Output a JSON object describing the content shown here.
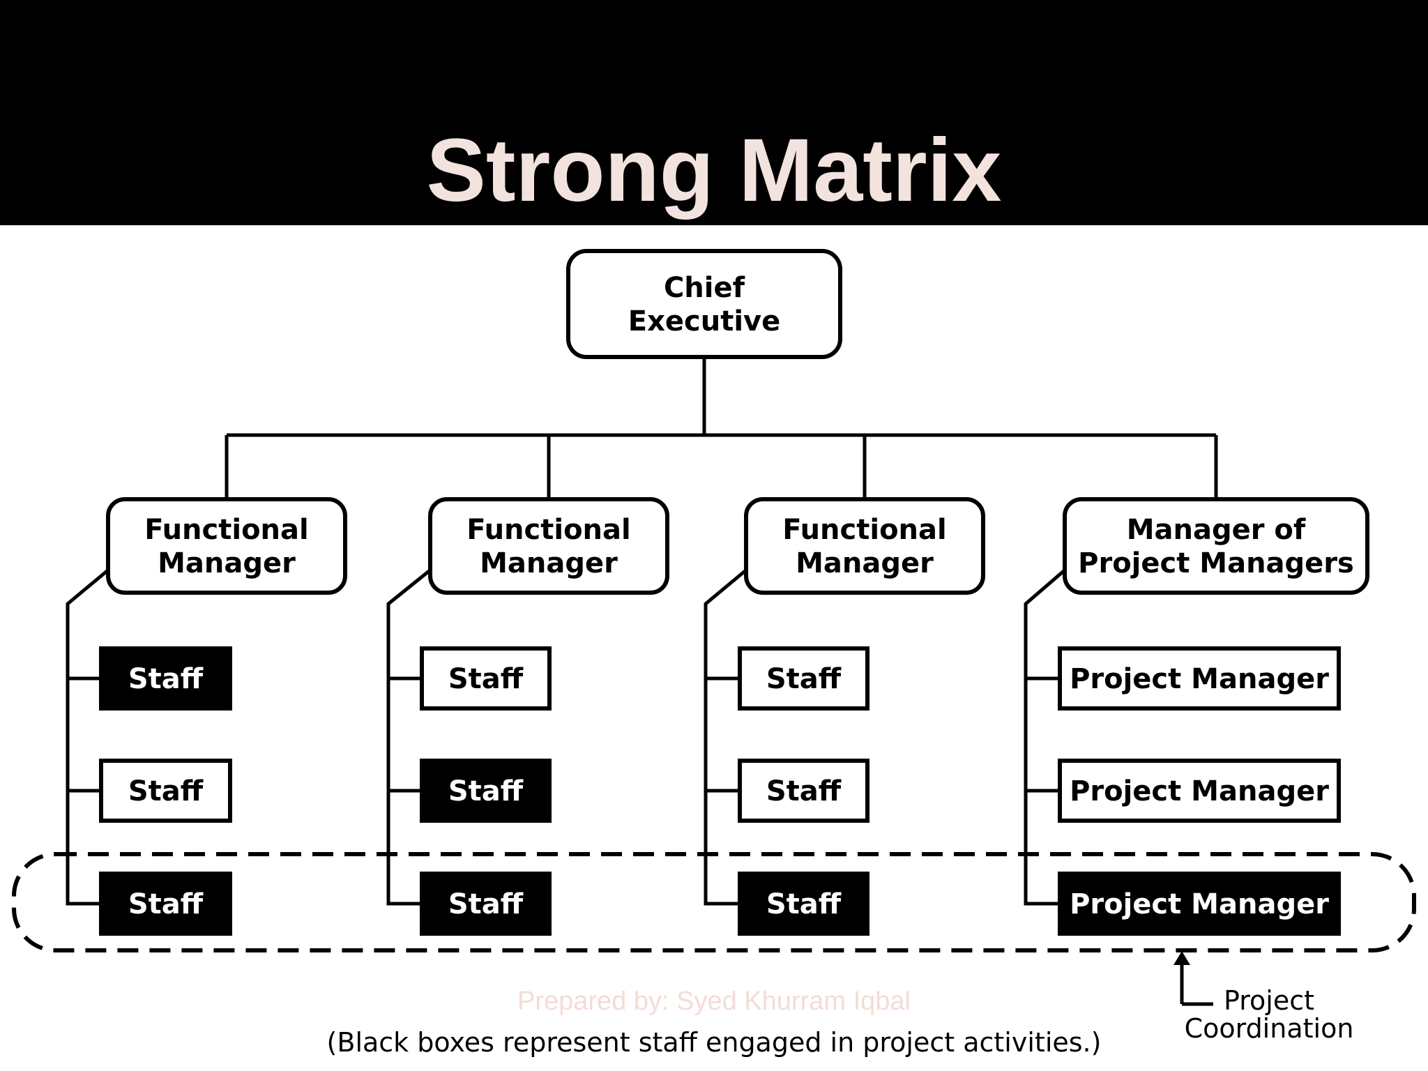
{
  "slide": {
    "title": "Strong Matrix",
    "credit": "Prepared by: Syed Khurram Iqbal",
    "caption": "(Black boxes represent staff engaged in project activities.)",
    "callout": [
      "Project",
      "Coordination"
    ]
  },
  "colors": {
    "title_bar": "#000000",
    "title_text": "#f2e3df",
    "credit_text": "#f4dcd6",
    "engaged_box_fill": "#000000",
    "engaged_box_text": "#ffffff",
    "box_fill": "#ffffff",
    "box_text": "#000000",
    "line": "#000000"
  },
  "org": {
    "root": {
      "lines": [
        "Chief",
        "Executive"
      ]
    },
    "columns": [
      {
        "head": [
          "Functional",
          "Manager"
        ],
        "members": [
          {
            "label": "Staff",
            "engaged": true
          },
          {
            "label": "Staff",
            "engaged": false
          },
          {
            "label": "Staff",
            "engaged": true
          }
        ]
      },
      {
        "head": [
          "Functional",
          "Manager"
        ],
        "members": [
          {
            "label": "Staff",
            "engaged": false
          },
          {
            "label": "Staff",
            "engaged": true
          },
          {
            "label": "Staff",
            "engaged": true
          }
        ]
      },
      {
        "head": [
          "Functional",
          "Manager"
        ],
        "members": [
          {
            "label": "Staff",
            "engaged": false
          },
          {
            "label": "Staff",
            "engaged": false
          },
          {
            "label": "Staff",
            "engaged": true
          }
        ]
      },
      {
        "head": [
          "Manager of",
          "Project Managers"
        ],
        "members": [
          {
            "label": "Project Manager",
            "engaged": false
          },
          {
            "label": "Project Manager",
            "engaged": false
          },
          {
            "label": "Project Manager",
            "engaged": true
          }
        ]
      }
    ]
  }
}
